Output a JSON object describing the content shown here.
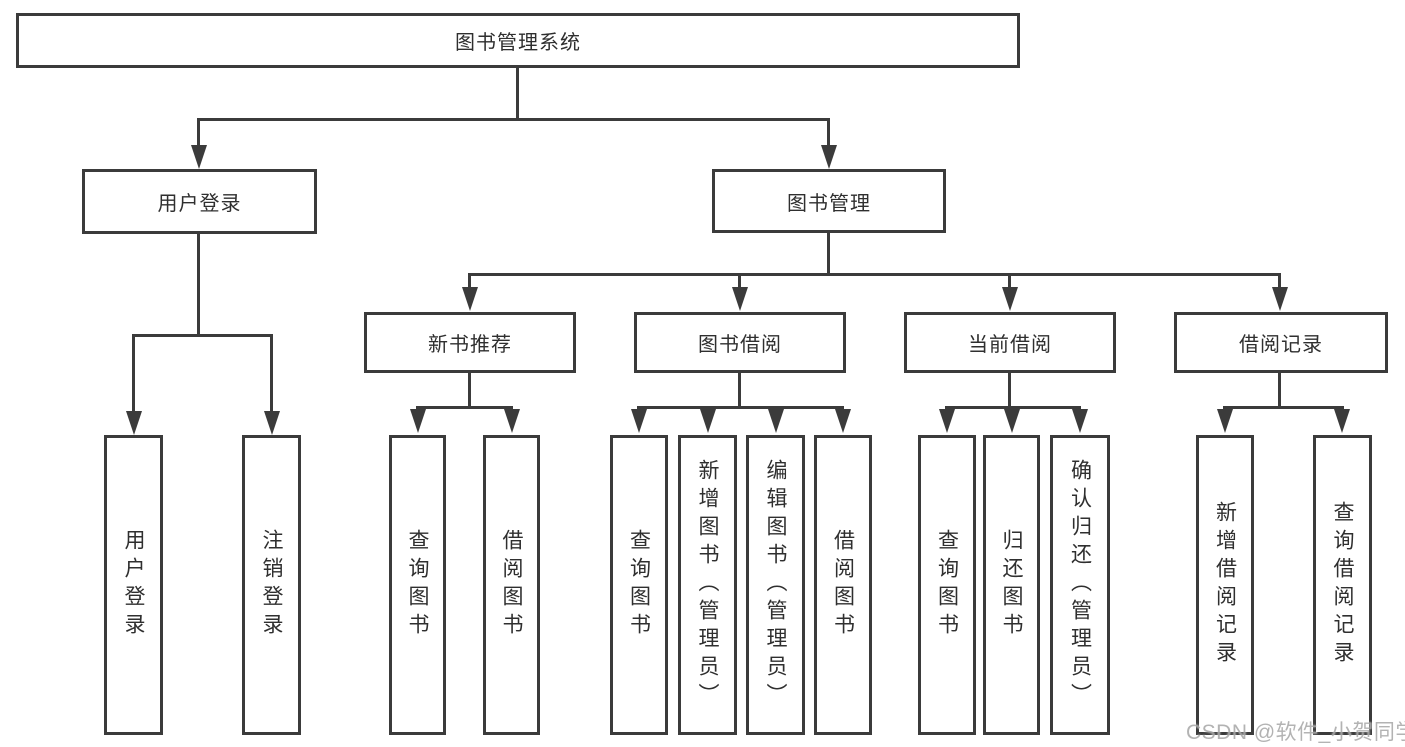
{
  "diagram": {
    "root": {
      "label": "图书管理系统"
    },
    "user_login": {
      "label": "用户登录",
      "children": [
        {
          "label": "用户登录"
        },
        {
          "label": "注销登录"
        }
      ]
    },
    "book_management": {
      "label": "图书管理",
      "modules": [
        {
          "label": "新书推荐",
          "children": [
            {
              "label": "查询图书"
            },
            {
              "label": "借阅图书"
            }
          ]
        },
        {
          "label": "图书借阅",
          "children": [
            {
              "label": "查询图书"
            },
            {
              "label": "新增图书（管理员）"
            },
            {
              "label": "编辑图书（管理员）"
            },
            {
              "label": "借阅图书"
            }
          ]
        },
        {
          "label": "当前借阅",
          "children": [
            {
              "label": "查询图书"
            },
            {
              "label": "归还图书"
            },
            {
              "label": "确认归还（管理员）"
            }
          ]
        },
        {
          "label": "借阅记录",
          "children": [
            {
              "label": "新增借阅记录"
            },
            {
              "label": "查询借阅记录"
            }
          ]
        }
      ]
    }
  },
  "watermark": {
    "text": "CSDN @软件_小贺同学"
  },
  "colors": {
    "line": "#3b3b3b",
    "text": "#2f2f2f",
    "background": "#ffffff",
    "watermark": "#a9a9a9"
  }
}
